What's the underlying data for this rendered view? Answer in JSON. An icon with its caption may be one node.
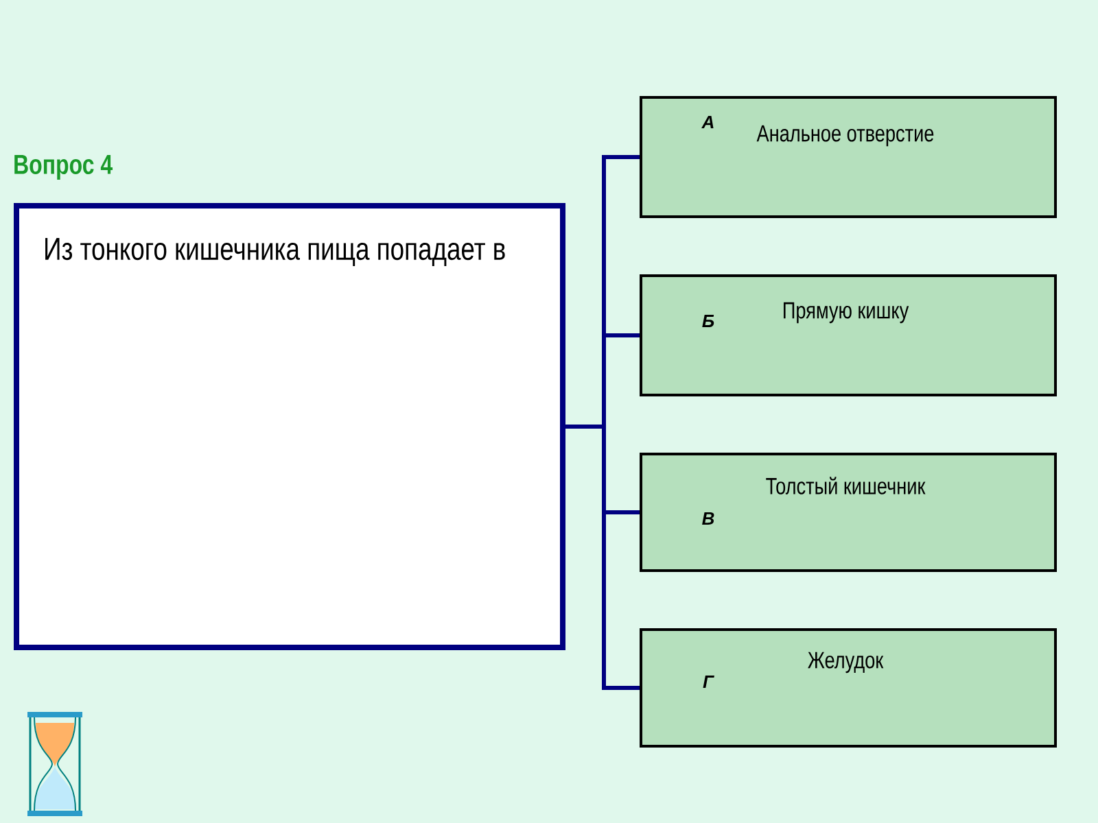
{
  "diagram": {
    "title": "Вопрос 4",
    "nodes": [
      {
        "text": [
          "Из тонкого кишечника пища попадает в"
        ]
      },
      {
        "text": [
          "А",
          "Анальное отверстие"
        ]
      },
      {
        "text": [
          "Б",
          "Прямую кишку"
        ]
      },
      {
        "text": [
          "В",
          "Толстый кишечник"
        ]
      },
      {
        "text": [
          "Г",
          "Желудок"
        ]
      }
    ],
    "edges": [
      {
        "from": 0,
        "to": 1,
        "arrow": "none"
      },
      {
        "from": 0,
        "to": 2,
        "arrow": "none"
      },
      {
        "from": 0,
        "to": 3,
        "arrow": "none"
      },
      {
        "from": 0,
        "to": 4,
        "arrow": "none"
      }
    ]
  }
}
